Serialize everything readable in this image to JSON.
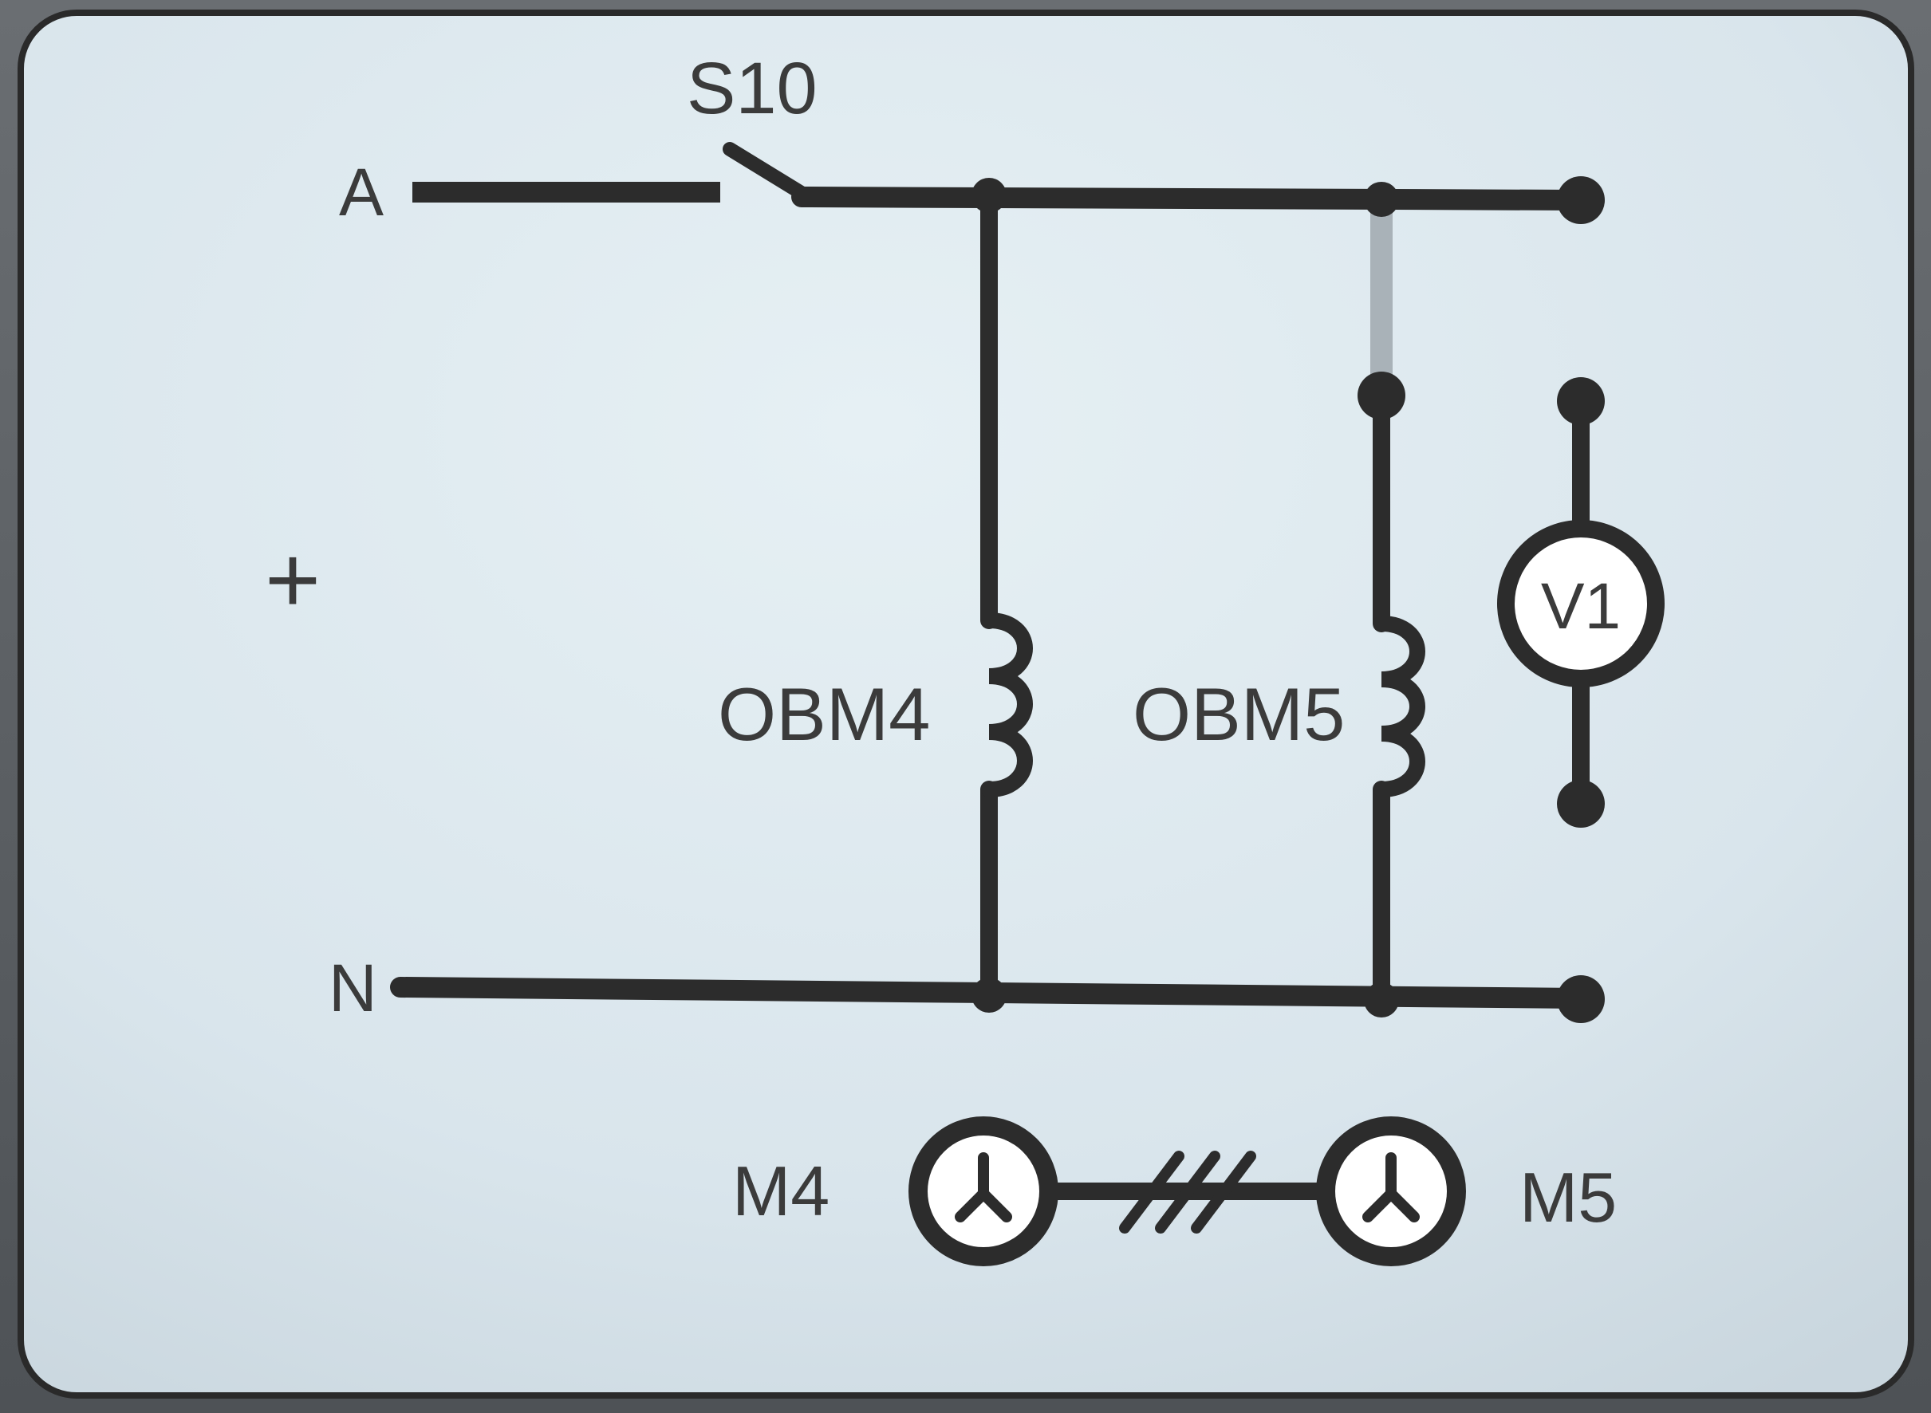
{
  "diagram": {
    "labels": {
      "switch": "S10",
      "line_a": "A",
      "line_n": "N",
      "polarity": "+",
      "coil_left": "OBM4",
      "coil_right": "OBM5",
      "voltmeter": "V1",
      "motor_left": "M4",
      "motor_right": "M5"
    },
    "colors": {
      "panel_background": "#dbe7ee",
      "wire": "#2c2c2c",
      "jumper": "#a9b2b8",
      "border": "#2a2a2a"
    }
  }
}
